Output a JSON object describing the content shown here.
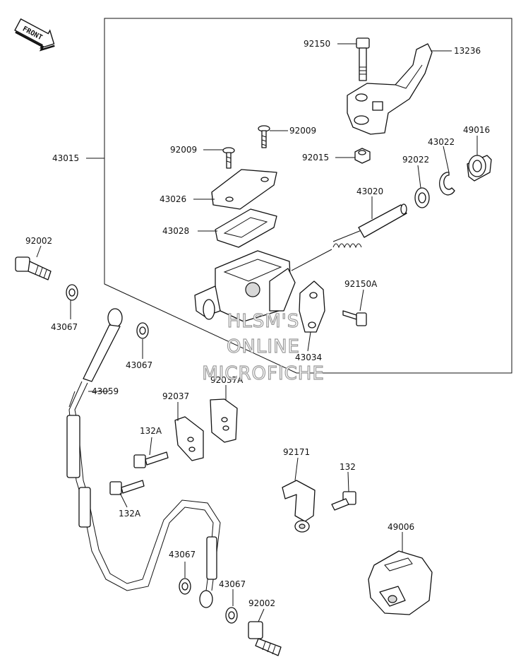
{
  "diagram": {
    "front_label": "FRONT",
    "labels": {
      "p92150": "92150",
      "p13236": "13236",
      "p92009a": "92009",
      "p92009b": "92009",
      "p92015": "92015",
      "p49016": "49016",
      "p43022": "43022",
      "p92022": "92022",
      "p43015": "43015",
      "p43026": "43026",
      "p43020": "43020",
      "p43028": "43028",
      "p92002a": "92002",
      "p92150A": "92150A",
      "p43067a": "43067",
      "p43067b": "43067",
      "p43034": "43034",
      "p43059": "43059",
      "p92037": "92037",
      "p92037A": "92037A",
      "p132Aa": "132A",
      "p132Ab": "132A",
      "p92171": "92171",
      "p132": "132",
      "p49006": "49006",
      "p43067c": "43067",
      "p43067d": "43067",
      "p92002b": "92002"
    },
    "watermark": {
      "line1": "HLSM'S",
      "line2": "ONLINE",
      "line3": "MICROFICHE"
    }
  }
}
